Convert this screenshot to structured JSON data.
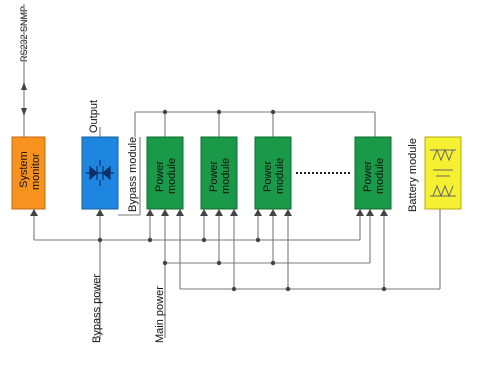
{
  "diagram": {
    "top_label": "RS232  SNMP",
    "system_monitor": {
      "label_line1": "System",
      "label_line2": "monitor",
      "color": "#f7921e"
    },
    "bypass_module": {
      "label": "Bypass module",
      "color": "#1f86e0"
    },
    "output_label": "Output",
    "power_module": {
      "label_line1": "Power",
      "label_line2": "module",
      "color": "#1a9a48",
      "count_shown": 4
    },
    "battery_module": {
      "label": "Battery module",
      "color": "#f5f032"
    },
    "bypass_power_label": "Bypass power",
    "main_power_label": "Main power"
  }
}
